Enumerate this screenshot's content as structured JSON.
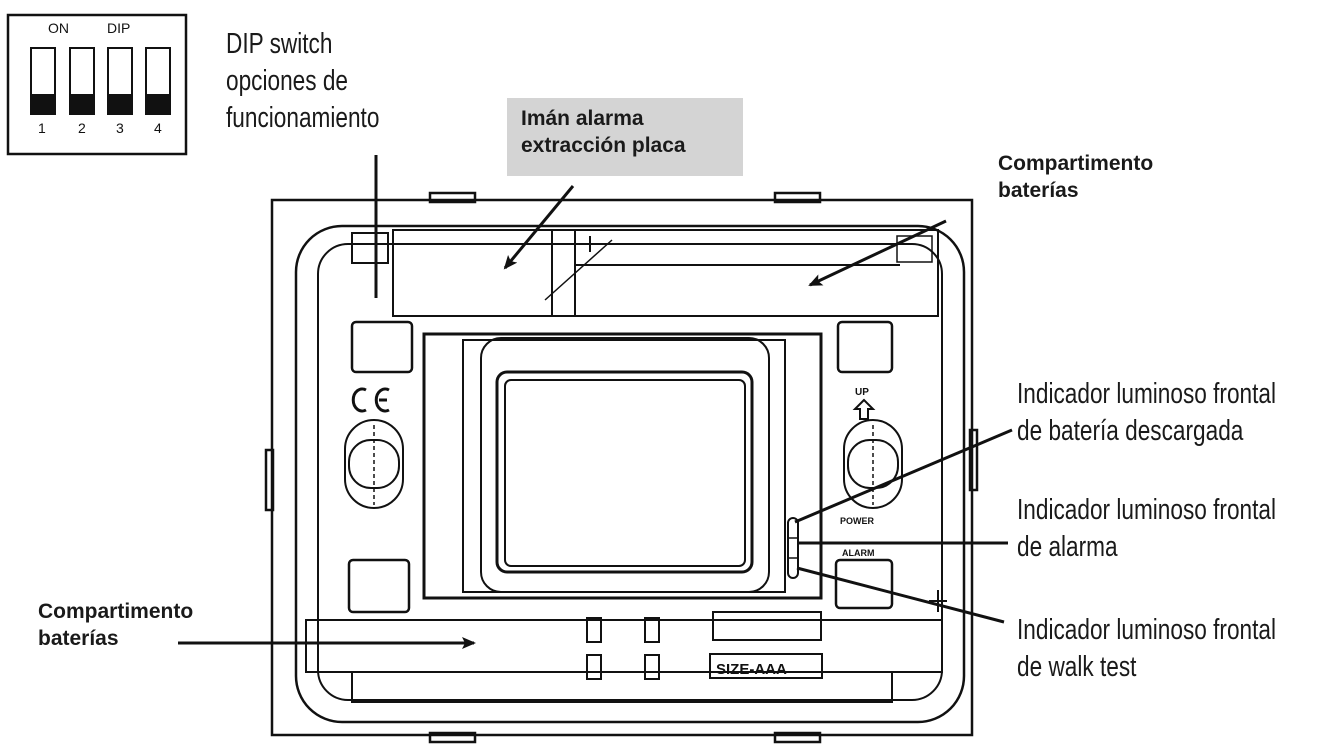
{
  "dip": {
    "on_label": "ON",
    "dip_label": "DIP",
    "numbers": [
      "1",
      "2",
      "3",
      "4"
    ]
  },
  "labels": {
    "dip_switch": [
      "DIP switch",
      "opciones de",
      "funcionamiento"
    ],
    "iman": [
      "Imán alarma",
      "extracción placa"
    ],
    "compartimento_top": [
      "Compartimento",
      "baterías"
    ],
    "compartimento_bottom": [
      "Compartimento",
      "baterías"
    ],
    "indicador_bateria": [
      "Indicador luminoso frontal",
      "de batería descargada"
    ],
    "indicador_alarma": [
      "Indicador luminoso frontal",
      "de alarma"
    ],
    "indicador_walk": [
      "Indicador luminoso frontal",
      "de walk test"
    ]
  },
  "device": {
    "size_label": "SIZE-AAA",
    "up_label": "UP",
    "ce_mark": "CE",
    "led_small_text": [
      "POWER",
      "ALARM"
    ]
  },
  "colors": {
    "line": "#111111",
    "label_box": "#d4d4d4"
  }
}
